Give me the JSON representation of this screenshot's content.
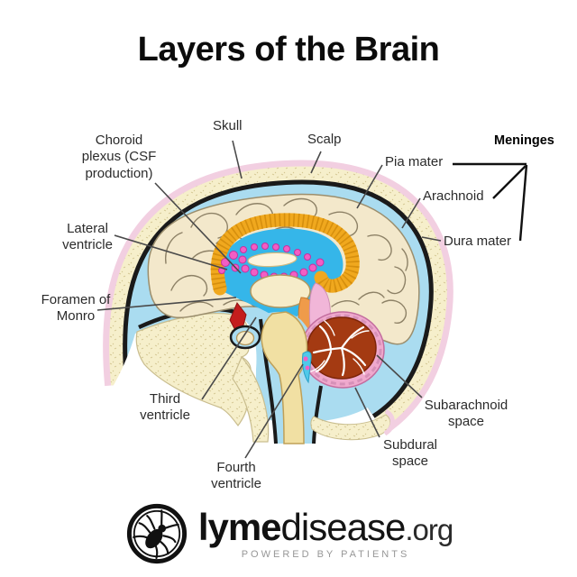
{
  "title": "Layers of the Brain",
  "labels": {
    "choroid_plexus": "Choroid\nplexus (CSF\nproduction)",
    "skull": "Skull",
    "scalp": "Scalp",
    "pia_mater": "Pia mater",
    "meninges": "Meninges",
    "arachnoid": "Arachnoid",
    "dura_mater": "Dura mater",
    "lateral_ventricle": "Lateral\nventricle",
    "foramen_of_monro": "Foramen of\nMonro",
    "third_ventricle": "Third\nventricle",
    "fourth_ventricle": "Fourth\nventricle",
    "subarachnoid_space": "Subarachnoid\nspace",
    "subdural_space": "Subdural\nspace"
  },
  "colors": {
    "scalp": "#f2cfe1",
    "skull_bone": "#f6efcb",
    "skull_speckle": "#cfc28c",
    "dura": "#1a1a1a",
    "csf": "#aadcf0",
    "brain": "#f3e8cb",
    "gyri_line": "#8d8166",
    "corpus_callosum": "#f0a81e",
    "ventricle": "#35b6e9",
    "choroid_plexus": "#f25ec4",
    "thalamus": "#f6ecc9",
    "midbrain": "#ef9b4a",
    "red_nucleus": "#c41d1d",
    "tentorium": "#f1b6d8",
    "cerebellum": "#a43a12",
    "cerebellum_cortex": "#efa9cd",
    "brainstem": "#f1e0a3",
    "fourth_ventricle": "#4fc9e9",
    "leader_line": "#4a4a4a",
    "bracket": "#111111"
  },
  "footer": {
    "brand_bold": "lyme",
    "brand_light": "disease",
    "brand_tld": ".org",
    "tagline": "POWERED BY PATIENTS"
  }
}
